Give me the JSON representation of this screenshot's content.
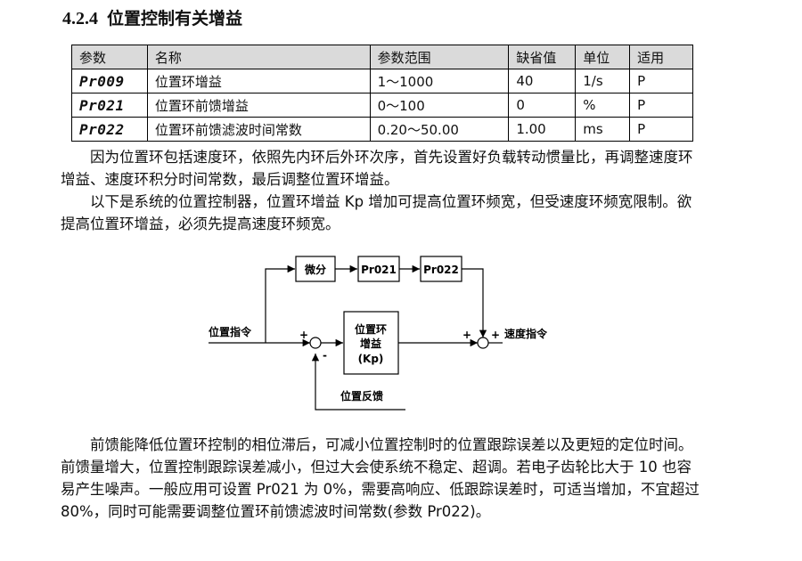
{
  "section": {
    "number": "4.2.4",
    "title": "位置控制有关增益"
  },
  "table": {
    "headers": [
      "参数",
      "名称",
      "参数范围",
      "缺省值",
      "单位",
      "适用"
    ],
    "rows": [
      [
        "Pr009",
        "位置环增益",
        "1～1000",
        "40",
        "1/s",
        "P"
      ],
      [
        "Pr021",
        "位置环前馈增益",
        "0～100",
        "0",
        "%",
        "P"
      ],
      [
        "Pr022",
        "位置环前馈滤波时间常数",
        "0.20～50.00",
        "1.00",
        "ms",
        "P"
      ]
    ]
  },
  "para1": "因为位置环包括速度环，依照先内环后外环次序，首先设置好负载转动惯量比，再调整速度环增益、速度环积分时间常数，最后调整位置环增益。",
  "para2": "以下是系统的位置控制器，位置环增益 Kp 增加可提高位置环频宽，但受速度环频宽限制。欲提高位置环增益，必须先提高速度环频宽。",
  "diagram": {
    "input_label": "位置指令",
    "output_label": "速度指令",
    "feedback_label": "位置反馈",
    "block_diff": "微分",
    "block_pr021": "Pr021",
    "block_pr022": "Pr022",
    "gain_block": [
      "位置环",
      "增益",
      "(Kp)"
    ],
    "sign_plus": "+",
    "sign_minus": "-"
  },
  "para3": "前馈能降低位置环控制的相位滞后，可减小位置控制时的位置跟踪误差以及更短的定位时间。前馈量增大，位置控制跟踪误差减小，但过大会使系统不稳定、超调。若电子齿轮比大于 10 也容易产生噪声。一般应用可设置 Pr021 为 0%，需要高响应、低跟踪误差时，可适当增加，不宜超过 80%，同时可能需要调整位置环前馈滤波时间常数(参数 Pr022)。"
}
